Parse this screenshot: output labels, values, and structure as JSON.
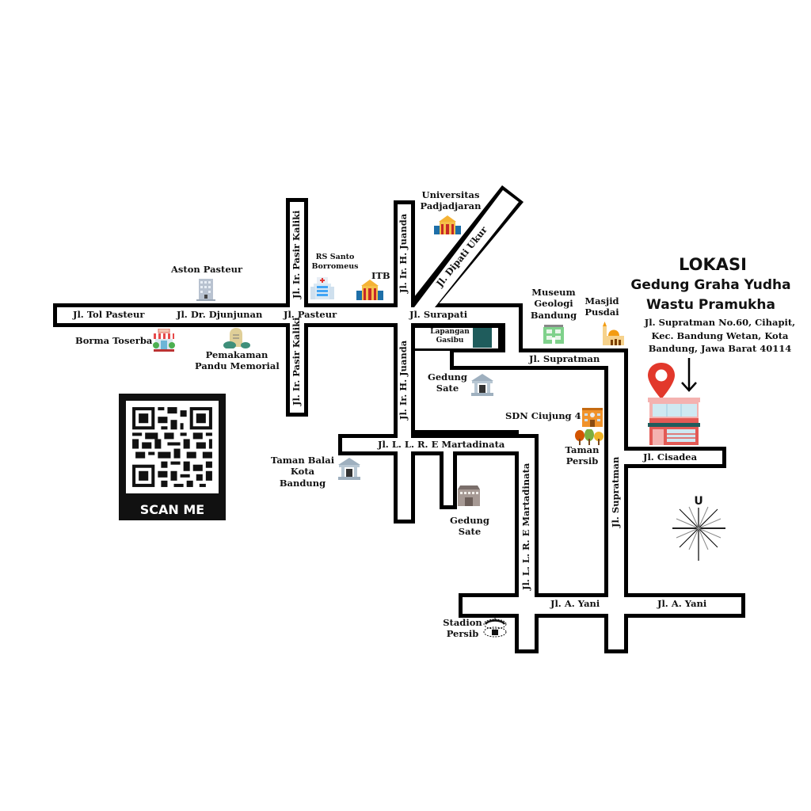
{
  "title": {
    "heading": "LOKASI",
    "venue_line1": "Gedung Graha Yudha",
    "venue_line2": "Wastu Pramukha",
    "address_line1": "Jl. Supratman No.60, Cihapit,",
    "address_line2": "Kec. Bandung Wetan, Kota",
    "address_line3": "Bandung, Jawa Barat 40114"
  },
  "qr": {
    "label": "SCAN ME"
  },
  "compass": {
    "north_label": "U"
  },
  "roads": {
    "tol_pasteur": "Jl. Tol Pasteur",
    "djunjunan": "Jl. Dr. Djunjunan",
    "pasteur": "Jl. Pasteur",
    "surapati": "Jl. Surapati",
    "pasir_kaliki_north": "Jl. Ir. Pasir Kaliki",
    "pasir_kaliki_south": "Jl. Ir. Pasir Kaliki",
    "juanda_north": "Jl. Ir. H. Juanda",
    "juanda_south": "Jl. Ir. H. Juanda",
    "dipati_ukur": "Jl. Dipati Ukur",
    "supratman_h": "Jl. Supratman",
    "supratman_v": "Jl. Supratman",
    "martadinata_h": "Jl. L. L. R. E Martadinata",
    "martadinata_v": "Jl. L. L. R. E Martadinata",
    "cisadea": "Jl. Cisadea",
    "a_yani_1": "Jl. A. Yani",
    "a_yani_2": "Jl. A. Yani"
  },
  "landmarks": {
    "aston": "Aston Pasteur",
    "borma": "Borma Toserba",
    "pemakaman_1": "Pemakaman",
    "pemakaman_2": "Pandu Memorial",
    "rs_1": "RS Santo",
    "rs_2": "Borromeus",
    "itb": "ITB",
    "unpad_1": "Universitas",
    "unpad_2": "Padjadjaran",
    "gasibu_1": "Lapangan",
    "gasibu_2": "Gasibu",
    "museum_1": "Museum",
    "museum_2": "Geologi",
    "museum_3": "Bandung",
    "masjid_1": "Masjid",
    "masjid_2": "Pusdai",
    "gedung_sate_a1": "Gedung",
    "gedung_sate_a2": "Sate",
    "sdn": "SDN Ciujung 4",
    "taman_persib_1": "Taman",
    "taman_persib_2": "Persib",
    "balai_1": "Taman Balai",
    "balai_2": "Kota",
    "balai_3": "Bandung",
    "gedung_sate_b1": "Gedung",
    "gedung_sate_b2": "Sate",
    "stadion_1": "Stadion",
    "stadion_2": "Persib"
  },
  "colors": {
    "road_outline": "#000000",
    "road_fill": "#ffffff",
    "pin_red": "#e2382b",
    "gasibu_green": "#1f5c5c"
  }
}
